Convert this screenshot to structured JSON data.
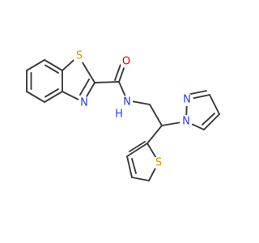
{
  "molecule": {
    "atoms": [
      {
        "id": "s_btz",
        "symbol": "S",
        "color": "#c4a000"
      },
      {
        "id": "n_btz",
        "symbol": "N",
        "color": "#2b3fd6"
      },
      {
        "id": "o_amide",
        "symbol": "O",
        "color": "#e00000"
      },
      {
        "id": "nh_amide",
        "symbol": "N",
        "hydrogen": "H",
        "color": "#2b3fd6"
      },
      {
        "id": "n1_pyrazole",
        "symbol": "N",
        "color": "#2b3fd6"
      },
      {
        "id": "n2_pyrazole",
        "symbol": "N",
        "color": "#2b3fd6"
      },
      {
        "id": "s_thiophene",
        "symbol": "S",
        "color": "#c4a000"
      }
    ]
  }
}
